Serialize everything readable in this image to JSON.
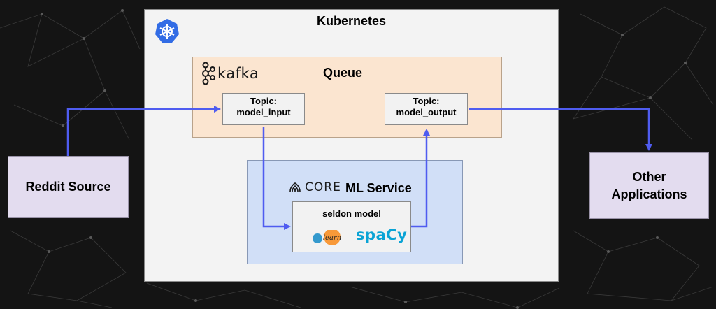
{
  "nodes": {
    "kubernetes": {
      "title": "Kubernetes",
      "icon": "kubernetes-helm-icon"
    },
    "queue": {
      "title": "Queue",
      "logo_text": "kafka",
      "icon": "kafka-icon"
    },
    "topic_input": {
      "line1": "Topic:",
      "line2": "model_input"
    },
    "topic_output": {
      "line1": "Topic:",
      "line2": "model_output"
    },
    "ml_service": {
      "title": "ML Service",
      "logo_text": "CORE",
      "icon": "seldon-core-icon"
    },
    "seldon_model": {
      "title": "seldon model",
      "lib1_text": "learn",
      "lib2_text": "spaCy"
    },
    "reddit_source": {
      "label": "Reddit Source"
    },
    "other_apps": {
      "line1": "Other",
      "line2": "Applications"
    }
  },
  "colors": {
    "background": "#141414",
    "kubernetes_fill": "#f3f3f3",
    "queue_fill": "#fbe5d0",
    "ml_fill": "#d1dff7",
    "endpoint_fill": "#e3dcef",
    "arrow": "#4f5cf0",
    "kubernetes_blue": "#326ce5",
    "spacy_blue": "#09a3d5",
    "sklearn_orange": "#f89939",
    "sklearn_blue": "#3499cd"
  },
  "edges": [
    {
      "from": "reddit_source",
      "to": "topic_input"
    },
    {
      "from": "topic_input",
      "to": "seldon_model"
    },
    {
      "from": "seldon_model",
      "to": "topic_output"
    },
    {
      "from": "topic_output",
      "to": "other_apps"
    }
  ]
}
